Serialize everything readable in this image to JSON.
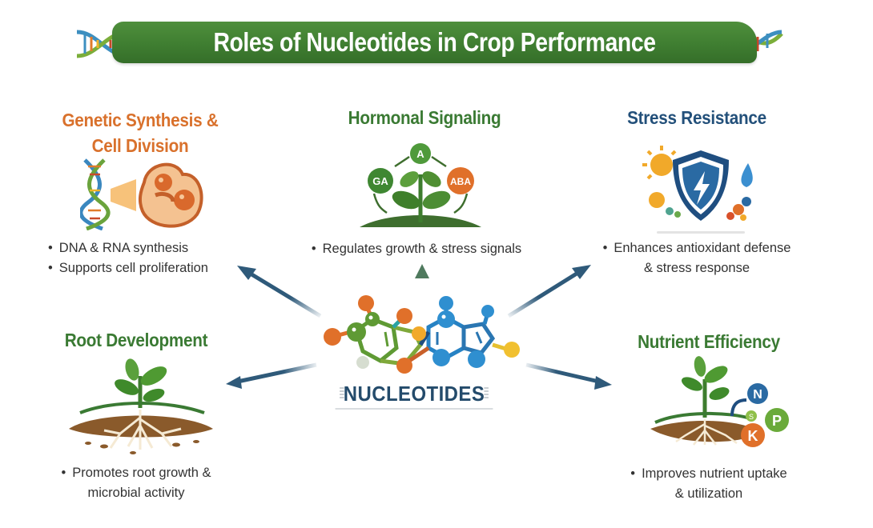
{
  "title": "Roles of Nucleotides in Crop Performance",
  "center": {
    "label": "NUCLEOTIDES",
    "icon": "molecule-icon"
  },
  "colors": {
    "banner_green": "#3f7e31",
    "orange_heading": "#d9712c",
    "green_heading": "#3a7a33",
    "blue_heading": "#23507a",
    "arrow_blue": "#2f5a7a",
    "arrow_green": "#4f7a5e"
  },
  "sections": {
    "genetic": {
      "title_line1": "Genetic Synthesis &",
      "title_line2": "Cell Division",
      "icon": "dna-and-cell-icon",
      "bullets": [
        "DNA & RNA synthesis",
        "Supports cell proliferation"
      ]
    },
    "hormonal": {
      "title": "Hormonal Signaling",
      "icon": "plant-hormone-cycle-icon",
      "badges": [
        "A",
        "GA",
        "ABA"
      ],
      "bullets": [
        "Regulates growth & stress signals"
      ]
    },
    "stress": {
      "title": "Stress Resistance",
      "icon": "shield-lightning-icon",
      "bullets_line1": "Enhances antioxidant defense",
      "bullets_line2": "& stress response"
    },
    "root": {
      "title": "Root Development",
      "icon": "plant-roots-icon",
      "bullets_line1": "Promotes root growth &",
      "bullets_line2": "microbial activity"
    },
    "nutrient": {
      "title": "Nutrient Efficiency",
      "icon": "plant-npk-icon",
      "badges": [
        "N",
        "S",
        "P",
        "K"
      ],
      "bullets_line1": "Improves nutrient uptake",
      "bullets_line2": "& utilization"
    }
  },
  "bullet_glyph": "•"
}
